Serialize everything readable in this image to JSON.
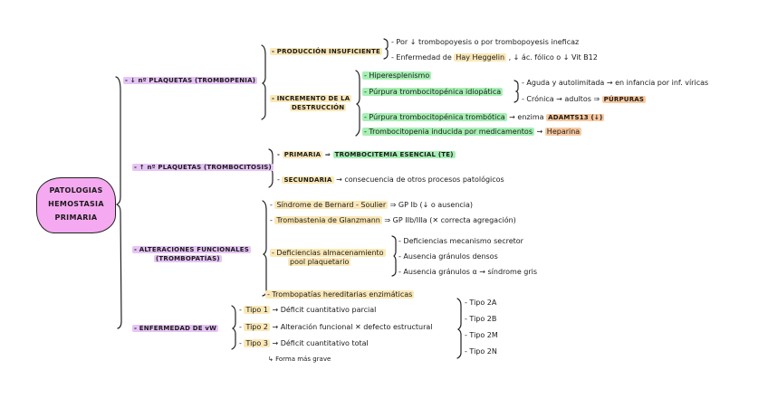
{
  "root": {
    "lines": [
      "PATOLOGIAS",
      "HEMOSTASIA",
      "PRIMARIA"
    ],
    "color": "#f5a9f0"
  },
  "colors": {
    "category": "#e6c4f5",
    "subcategory": "#fbe8b8",
    "disease": "#a6f0b4",
    "key_term": "#f9c9a0"
  },
  "trombopenia": {
    "label": "- ↓ nº PLAQUETAS (TROMBOPENIA)",
    "produccion": {
      "label": "- PRODUCCIÓN INSUFICIENTE",
      "items": [
        "- Por ↓ trombopoyesis o por trombopoyesis ineficaz",
        {
          "pre": "- Enfermedad de ",
          "hl": "Hay Heggelin",
          "post": " , ↓ ác. fólico o ↓ Vit B12"
        }
      ]
    },
    "destruccion": {
      "label1": "- INCREMENTO DE LA",
      "label2": "DESTRUCCIÓN",
      "hiperesplenismo": "- Hiperesplenismo",
      "pti": {
        "label": "- Púrpura trombocitopénica idiopática",
        "aguda": "- Aguda y autolimitada → en infancia por inf. víricas",
        "cronica_pre": "- Crónica → adultos ⇒ ",
        "cronica_hl": "PÚRPURAS"
      },
      "ptt": {
        "label": "- Púrpura trombocitopénica trombótica",
        "arrow": " → enzima ",
        "hl": "ADAMTS13 (↓)"
      },
      "medicamentos": {
        "label": "- Trombocitopenia inducida por medicamentos",
        "arrow": " → ",
        "hl": "Heparina"
      }
    }
  },
  "trombocitosis": {
    "label": "- ↑ nº PLAQUETAS (TROMBOCITOSIS)",
    "primaria": {
      "pre": "- ",
      "label": "PRIMARIA",
      "arrow": " ⇒ ",
      "hl": "TROMBOCITEMIA ESENCIAL (TE)"
    },
    "secundaria": {
      "pre": "- ",
      "label": "SECUNDARIA",
      "post": " → consecuencia de otros procesos patológicos"
    }
  },
  "trombopatias": {
    "label1": "- ALTERACIONES FUNCIONALES",
    "label2": "(TROMBOPATÍAS)",
    "bernard": {
      "pre": "- ",
      "hl": "Síndrome de Bernard - Soulier",
      "post": " ⇒ GP Ib  (↓ o ausencia)"
    },
    "glanzmann": {
      "pre": "- ",
      "hl": "Trombastenia de Glanzmann",
      "post": " ⇒ GP IIb/IIIa  (✕ correcta agregación)"
    },
    "almacenamiento": {
      "label1": "- Deficiencias almacenamiento",
      "label2": "pool plaquetario",
      "items": [
        "- Deficiencias mecanismo secretor",
        "- Ausencia gránulos densos",
        "- Ausencia gránulos α → síndrome gris"
      ]
    },
    "hereditarias": "- Trombopatías hereditarias enzimáticas"
  },
  "vonwillebrand": {
    "label": "- ENFERMEDAD DE vW",
    "tipos": [
      {
        "pre": "- ",
        "hl": "Tipo 1",
        "post": " → Déficit cuantitativo parcial"
      },
      {
        "pre": "- ",
        "hl": "Tipo 2",
        "post": " → Alteración funcional ✕ defecto estructural"
      },
      {
        "pre": "- ",
        "hl": "Tipo 3",
        "post": " → Déficit cuantitativo total"
      }
    ],
    "nota": "↳ Forma más grave",
    "subtipos": [
      "- Tipo 2A",
      "- Tipo 2B",
      "- Tipo 2M",
      "- Tipo 2N"
    ]
  }
}
